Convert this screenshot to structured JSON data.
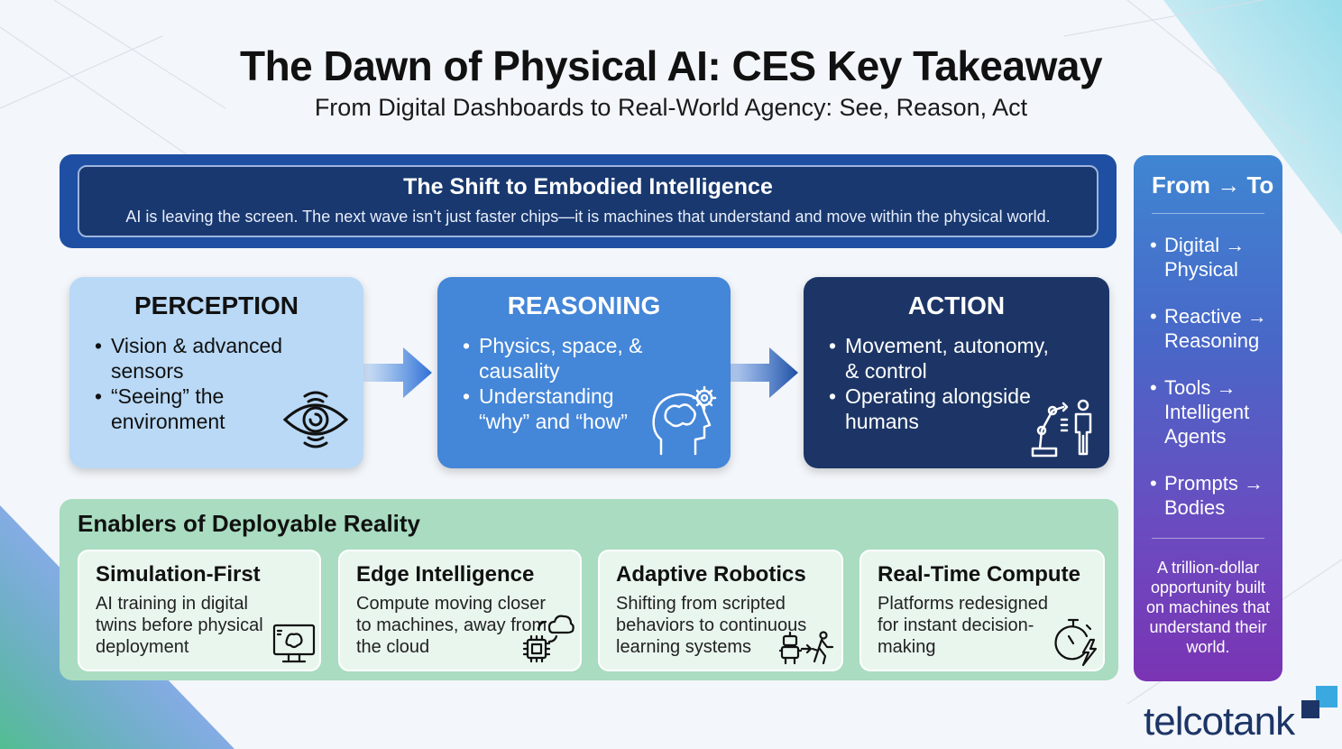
{
  "title": "The Dawn of Physical AI: CES Key Takeaway",
  "subtitle": "From Digital Dashboards to Real-World Agency: See, Reason, Act",
  "shift": {
    "title": "The Shift to Embodied Intelligence",
    "text": "AI is leaving the screen. The next wave isn’t just faster chips—it is machines that understand and move within the physical world."
  },
  "stages": [
    {
      "title": "PERCEPTION",
      "bullets": [
        "Vision & advanced sensors",
        "“Seeing” the environment"
      ],
      "icon": "eye-sensor-icon"
    },
    {
      "title": "REASONING",
      "bullets": [
        "Physics, space, & causality",
        "Understanding “why” and “how”"
      ],
      "icon": "head-gears-icon"
    },
    {
      "title": "ACTION",
      "bullets": [
        "Movement, autonomy, & control",
        "Operating alongside humans"
      ],
      "icon": "robot-arm-human-icon"
    }
  ],
  "enablers": {
    "title": "Enablers of Deployable Reality",
    "items": [
      {
        "title": "Simulation-First",
        "text": "AI training in digital twins before physical deployment",
        "icon": "monitor-brain-icon"
      },
      {
        "title": "Edge Intelligence",
        "text": "Compute moving closer to machines, away from the cloud",
        "icon": "chip-cloud-icon"
      },
      {
        "title": "Adaptive Robotics",
        "text": "Shifting from scripted behaviors to continuous learning systems",
        "icon": "robot-walker-icon"
      },
      {
        "title": "Real-Time Compute",
        "text": "Platforms redesigned for instant decision-making",
        "icon": "stopwatch-bolt-icon"
      }
    ]
  },
  "side": {
    "title": "From → To",
    "items": [
      "Digital → Physical",
      "Reactive → Reasoning",
      "Tools → Intelligent Agents",
      "Prompts → Bodies"
    ],
    "footer": "A trillion-dollar opportunity built on machines that understand their world."
  },
  "brand": "telcotank",
  "colors": {
    "accent_blue": "#1e4fa3",
    "perception": "#b9d9f6",
    "reasoning": "#4486d8",
    "action": "#1c3566",
    "enablers": "#a9dcc0"
  }
}
